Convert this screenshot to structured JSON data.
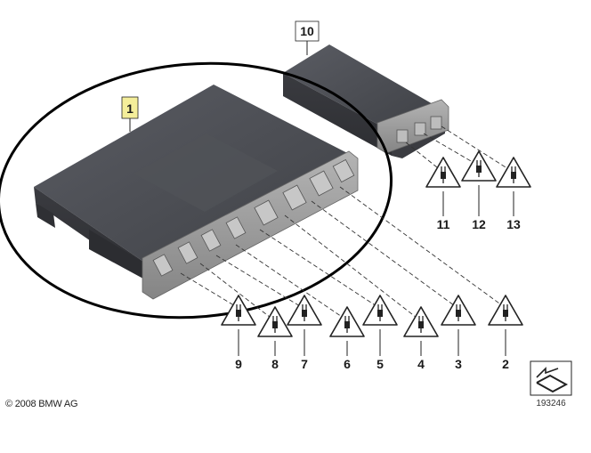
{
  "diagram": {
    "copyright": "© 2008 BMW AG",
    "diagram_number": "193246",
    "callouts": {
      "module_main": "1",
      "module_small": "10",
      "c2": "2",
      "c3": "3",
      "c4": "4",
      "c5": "5",
      "c6": "6",
      "c7": "7",
      "c8": "8",
      "c9": "9",
      "c11": "11",
      "c12": "12",
      "c13": "13"
    },
    "colors": {
      "module_body": "#4a4c52",
      "connector": "#9a9a9a",
      "highlight_box": "#f4ee9a",
      "ellipse": "#000000"
    },
    "icons": [
      "plug-warning-icon",
      "arrow-sheet-icon"
    ]
  }
}
